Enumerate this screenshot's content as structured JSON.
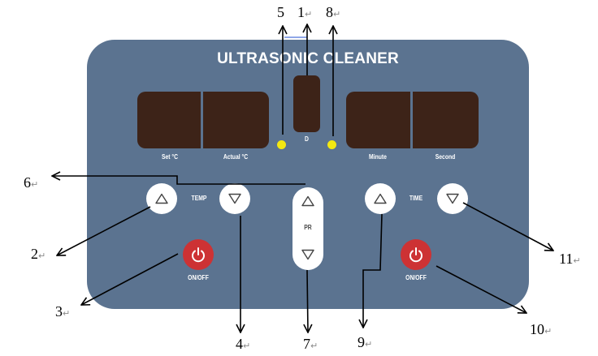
{
  "panel": {
    "title": "ULTRASONIC CLEANER",
    "background_color": "#5b7390",
    "display_color": "#3d2318",
    "led_color": "#f4e811",
    "power_color": "#cd3234"
  },
  "displays": {
    "set_temp_label": "Set °C",
    "actual_temp_label": "Actual °C",
    "program_label": "D",
    "minute_label": "Minute",
    "second_label": "Second"
  },
  "buttons": {
    "temp_label": "TEMP",
    "pr_label": "PR",
    "time_label": "TIME",
    "onoff_left_label": "ON/OFF",
    "onoff_right_label": "ON/OFF"
  },
  "callouts": {
    "n1": "1",
    "n2": "2",
    "n3": "3",
    "n4": "4",
    "n5": "5",
    "n6": "6",
    "n7": "7",
    "n8": "8",
    "n9": "9",
    "n10": "10",
    "n11": "11",
    "return_mark": "↵"
  }
}
